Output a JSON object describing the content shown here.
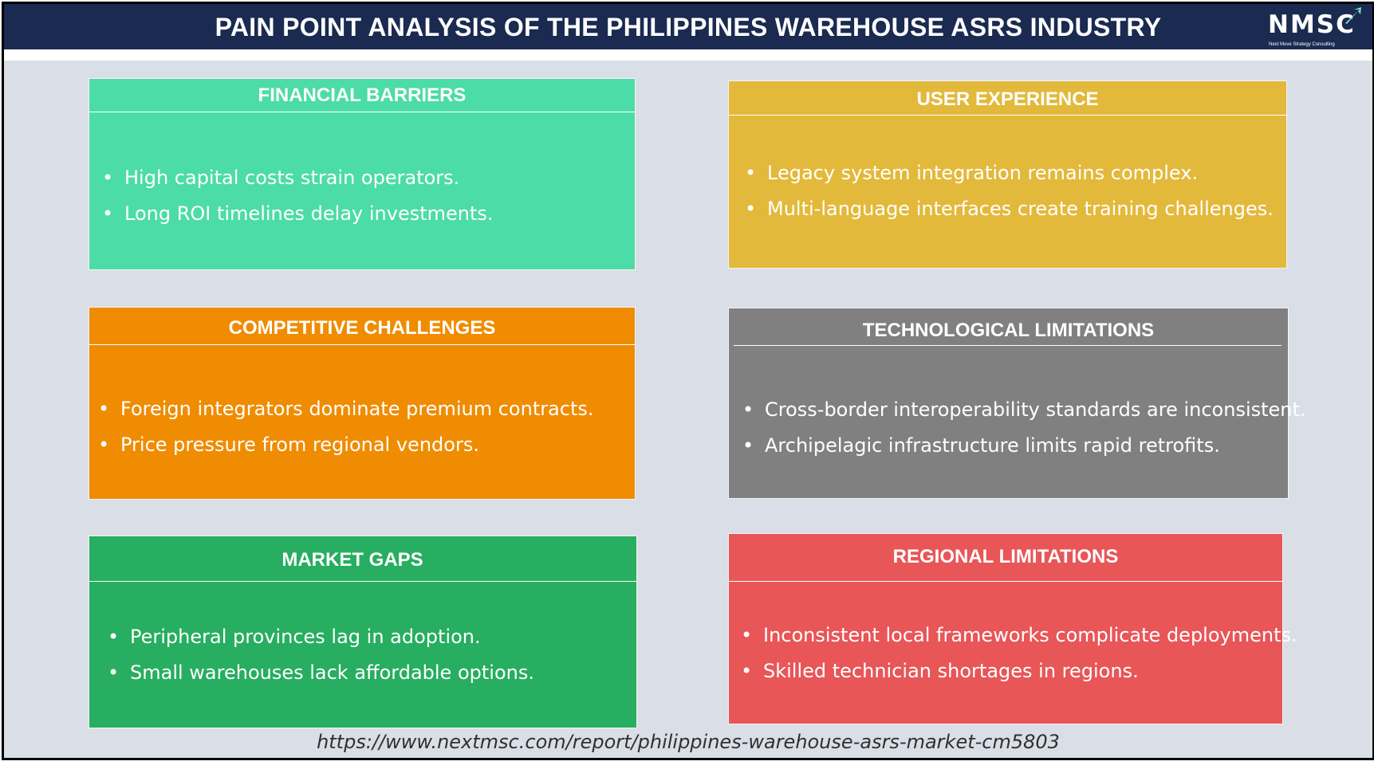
{
  "header": {
    "title": "PAIN POINT ANALYSIS OF THE PHILIPPINES WAREHOUSE ASRS INDUSTRY",
    "logo": {
      "text": "NMSC",
      "subtitle": "Next Move Strategy Consulting",
      "icon": "arrow-logo-icon"
    }
  },
  "cards": [
    {
      "title": "FINANCIAL BARRIERS",
      "color": "#4cdca7",
      "points": [
        "High capital costs strain operators.",
        "Long ROI timelines delay investments."
      ]
    },
    {
      "title": "USER EXPERIENCE",
      "color": "#e3b93b",
      "points": [
        "Legacy system integration remains complex.",
        "Multi-language interfaces create training challenges."
      ]
    },
    {
      "title": "COMPETITIVE CHALLENGES",
      "color": "#ef8c02",
      "points": [
        "Foreign integrators dominate premium contracts.",
        "Price pressure from regional vendors."
      ]
    },
    {
      "title": "TECHNOLOGICAL LIMITATIONS",
      "color": "#808080",
      "points": [
        "Cross-border interoperability standards are inconsistent.",
        "Archipelagic infrastructure limits rapid retrofits."
      ]
    },
    {
      "title": "MARKET GAPS",
      "color": "#27ae60",
      "points": [
        "Peripheral provinces lag in adoption.",
        "Small warehouses lack affordable options."
      ]
    },
    {
      "title": "REGIONAL LIMITATIONS",
      "color": "#e85658",
      "points": [
        "Inconsistent local frameworks complicate deployments.",
        "Skilled technician shortages in regions."
      ]
    }
  ],
  "footer": {
    "url": "https://www.nextmsc.com/report/philippines-warehouse-asrs-market-cm5803"
  }
}
